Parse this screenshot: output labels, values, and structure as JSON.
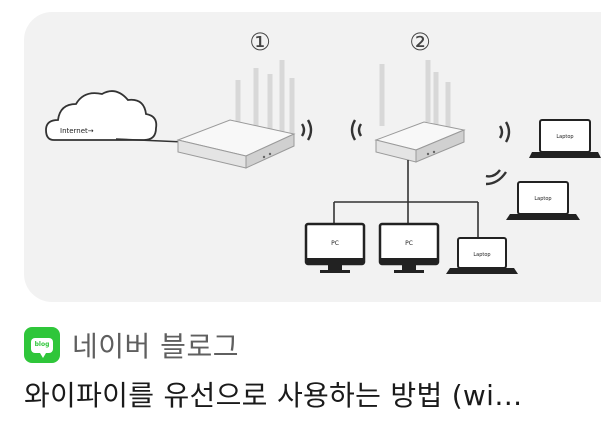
{
  "image": {
    "marker_1": "①",
    "marker_2": "②",
    "cloud_label": "Internet→",
    "pc_label": "PC",
    "laptop_label": "Laptop"
  },
  "source": {
    "badge_text": "blog",
    "name": "네이버 블로그",
    "badge_color": "#2fc63a"
  },
  "title": "와이파이를 유선으로 사용하는 방법 (wi…"
}
